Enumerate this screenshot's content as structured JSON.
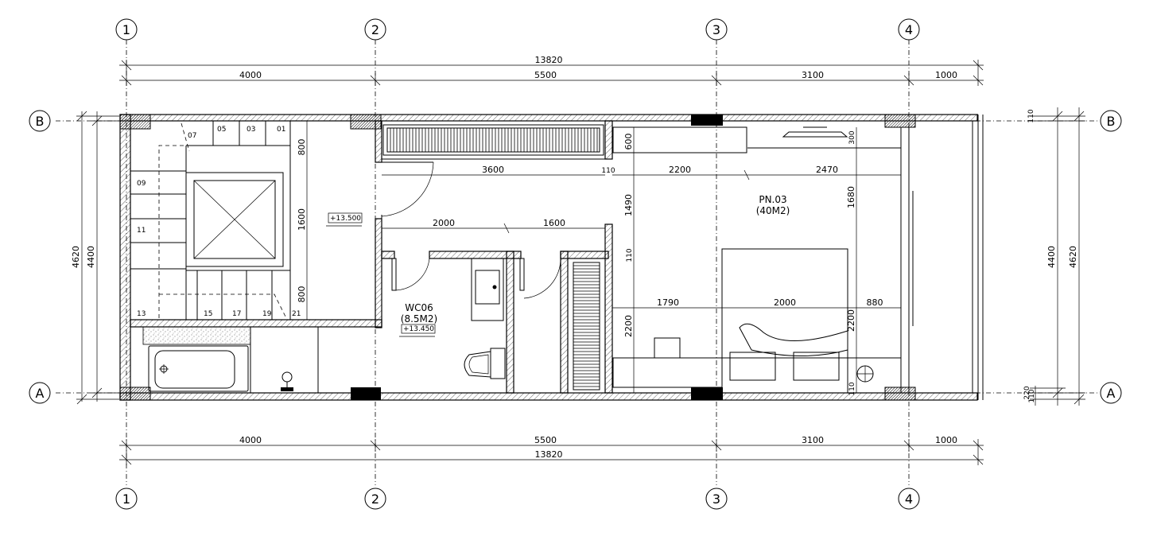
{
  "grid_x": [
    "1",
    "2",
    "3",
    "4"
  ],
  "grid_y": [
    "B",
    "A"
  ],
  "top_dims": {
    "total": "13820",
    "segments": [
      "4000",
      "5500",
      "3100",
      "1000"
    ]
  },
  "bottom_dims": {
    "total": "13820",
    "segments": [
      "4000",
      "5500",
      "3100",
      "1000"
    ]
  },
  "left_dims": {
    "outer": "4620",
    "inner": "4400"
  },
  "right_dims": {
    "outer": "4620",
    "inner": "4400",
    "top": "110",
    "bottom_a": "220",
    "bottom_b": "110"
  },
  "stair": {
    "steps_top": [
      "05",
      "03",
      "01"
    ],
    "step_07": "07",
    "steps_left": [
      "09",
      "11",
      "13"
    ],
    "steps_bottom": [
      "15",
      "17",
      "19",
      "21"
    ],
    "dims": [
      "800",
      "1600",
      "800"
    ],
    "level": "+13.500"
  },
  "corridor_dims": [
    "3600",
    "110",
    "2000",
    "1600"
  ],
  "wc": {
    "name": "WC06",
    "area": "(8.5M2)",
    "level": "+13.450"
  },
  "bedroom": {
    "name": "PN.03",
    "area": "(40M2)",
    "dims_top": [
      "2200",
      "2470"
    ],
    "dims_vert": [
      "600",
      "1490",
      "110",
      "2200",
      "300",
      "1680",
      "2200",
      "110"
    ],
    "dims_bed": [
      "1790",
      "2000",
      "880"
    ]
  }
}
